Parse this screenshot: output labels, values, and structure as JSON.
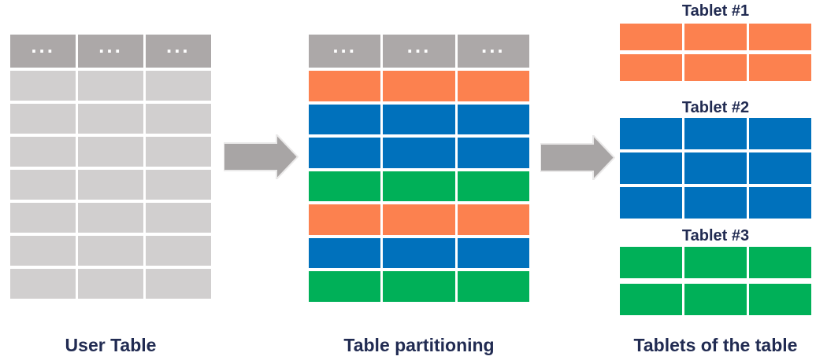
{
  "colors": {
    "header_gray": "#ACA8A8",
    "cell_gray": "#D1CFCF",
    "orange": "#FC814F",
    "blue": "#0071BC",
    "green": "#00B058",
    "label_navy": "#212B52",
    "arrow_gray": "#A8A5A5",
    "arrow_outline": "#EAE9E9",
    "background": "#FFFFFF"
  },
  "user_table": {
    "label": "User Table",
    "columns": 3,
    "header_cells": [
      "...",
      "...",
      "..."
    ],
    "data_rows": [
      "gray",
      "gray",
      "gray",
      "gray",
      "gray",
      "gray",
      "gray"
    ]
  },
  "partitioned_table": {
    "label": "Table partitioning",
    "columns": 3,
    "header_cells": [
      "...",
      "...",
      "..."
    ],
    "data_rows": [
      "orange",
      "blue",
      "blue",
      "green",
      "orange",
      "blue",
      "green"
    ]
  },
  "tablets": {
    "label": "Tablets of the table",
    "items": [
      {
        "title": "Tablet #1",
        "color": "orange",
        "rows": 2,
        "columns": 3
      },
      {
        "title": "Tablet #2",
        "color": "blue",
        "rows": 3,
        "columns": 3
      },
      {
        "title": "Tablet #3",
        "color": "green",
        "rows": 2,
        "columns": 3
      }
    ]
  }
}
